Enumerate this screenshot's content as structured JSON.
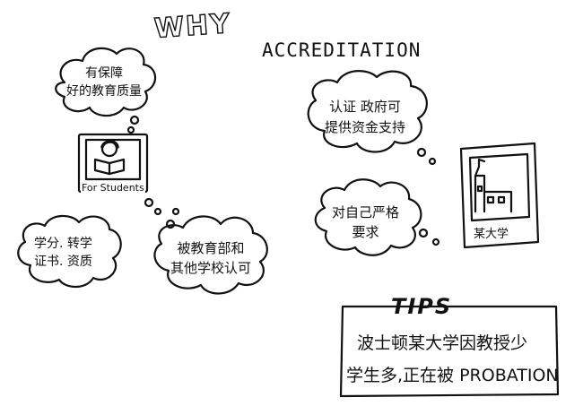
{
  "title": {
    "why": "WHY",
    "accreditation": "ACCREDITATION"
  },
  "clouds": [
    {
      "id": "quality",
      "lines": [
        "有保障",
        "好的教育质量"
      ]
    },
    {
      "id": "gov-funding",
      "lines": [
        "认证 政府可",
        "提供资金支持"
      ]
    },
    {
      "id": "transfer",
      "lines": [
        "学分. 转学",
        "证书. 资质"
      ]
    },
    {
      "id": "recognition",
      "lines": [
        "被教育部和",
        "其他学校认可"
      ]
    },
    {
      "id": "strict",
      "lines": [
        "对自己严格",
        "要求"
      ]
    }
  ],
  "students_frame": {
    "caption": "For Students"
  },
  "university_frame": {
    "caption": "某大学"
  },
  "tips": {
    "title": "TIPS",
    "line1": "波士顿某大学因教授少",
    "line2": "学生多,正在被 PROBATION"
  }
}
